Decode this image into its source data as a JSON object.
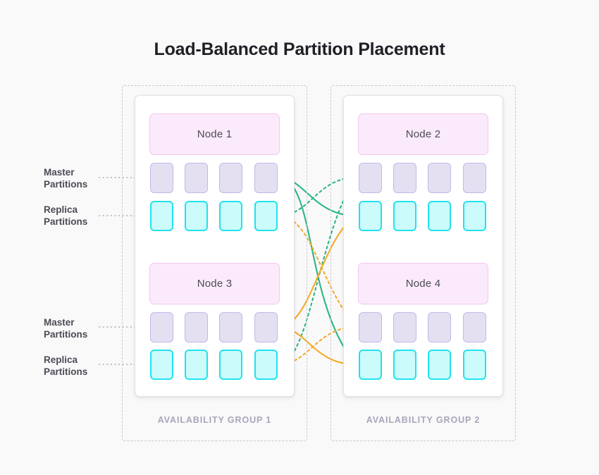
{
  "page": {
    "title": "Load-Balanced Partition Placement",
    "background_color": "#f9f9fa"
  },
  "colors": {
    "master_fill": "#e4e0f2",
    "master_border": "#c3b7e6",
    "replica_fill": "#ccfbfb",
    "replica_border": "#22e2ee",
    "node_fill": "#fbeafb",
    "node_border": "#f3c6ef",
    "flow_green": "#2bb884",
    "flow_orange": "#f6ab26",
    "group_label": "#a8a6bb",
    "leader_line": "#9a9aa4"
  },
  "annotations": {
    "top": {
      "master_line1": "Master",
      "master_line2": "Partitions",
      "replica_line1": "Replica",
      "replica_line2": "Partitions"
    },
    "bottom": {
      "master_line1": "Master",
      "master_line2": "Partitions",
      "replica_line1": "Replica",
      "replica_line2": "Partitions"
    }
  },
  "groups": [
    {
      "id": "ag1",
      "label": "AVAILABILITY GROUP 1",
      "nodes": [
        {
          "id": "node1",
          "label": "Node 1",
          "master_count": 4,
          "replica_count": 4
        },
        {
          "id": "node3",
          "label": "Node 3",
          "master_count": 4,
          "replica_count": 4
        }
      ]
    },
    {
      "id": "ag2",
      "label": "AVAILABILITY GROUP 2",
      "nodes": [
        {
          "id": "node2",
          "label": "Node 2",
          "master_count": 4,
          "replica_count": 4
        },
        {
          "id": "node4",
          "label": "Node 4",
          "master_count": 4,
          "replica_count": 4
        }
      ]
    }
  ],
  "flows": [
    {
      "id": "n1m-to-n2r",
      "from": "node1-master",
      "to": "node2-replica",
      "color": "#2bb884",
      "style": "solid",
      "arrow": true
    },
    {
      "id": "n1m-to-n4r",
      "from": "node1-master",
      "to": "node4-replica",
      "color": "#2bb884",
      "style": "solid",
      "arrow": true
    },
    {
      "id": "n1r-to-n2m",
      "from": "node1-replica",
      "to": "node2-master",
      "color": "#2bb884",
      "style": "dashed",
      "arrow": true
    },
    {
      "id": "n3r-to-n2m",
      "from": "node3-replica",
      "to": "node2-master",
      "color": "#2bb884",
      "style": "dashed",
      "arrow": true
    },
    {
      "id": "n3m-to-n2r",
      "from": "node3-master",
      "to": "node2-replica",
      "color": "#f6ab26",
      "style": "solid",
      "arrow": true
    },
    {
      "id": "n3m-to-n4r",
      "from": "node3-master",
      "to": "node4-replica",
      "color": "#f6ab26",
      "style": "solid",
      "arrow": true
    },
    {
      "id": "n1r-to-n4m",
      "from": "node1-replica",
      "to": "node4-master",
      "color": "#f6ab26",
      "style": "dashed",
      "arrow": true
    },
    {
      "id": "n3r-to-n4m",
      "from": "node3-replica",
      "to": "node4-master",
      "color": "#f6ab26",
      "style": "dashed",
      "arrow": true
    }
  ]
}
